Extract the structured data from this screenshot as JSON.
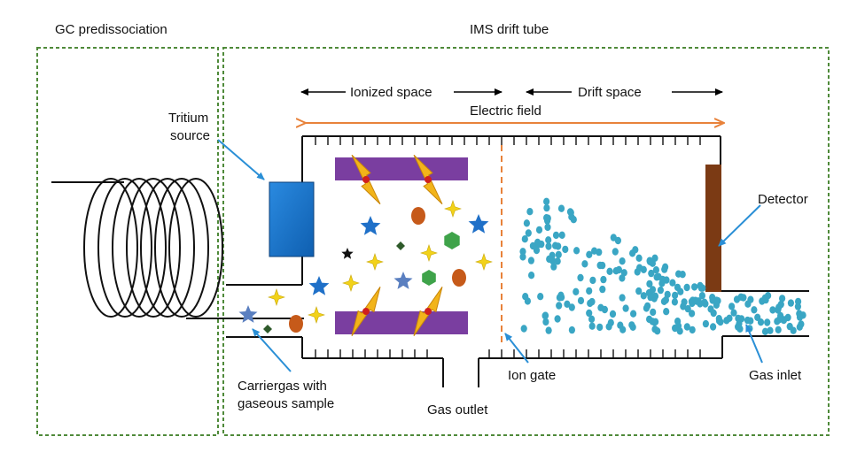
{
  "sections": {
    "gc": "GC predissociation",
    "ims": "IMS drift tube"
  },
  "spaces": {
    "ionized": "Ionized space",
    "drift": "Drift space",
    "field": "Electric field"
  },
  "labels": {
    "tritium_line1": "Tritium",
    "tritium_line2": "source",
    "detector": "Detector",
    "carrier_line1": "Carriergas with",
    "carrier_line2": "gaseous sample",
    "gas_outlet": "Gas outlet",
    "ion_gate": "Ion gate",
    "gas_inlet": "Gas inlet"
  },
  "colors": {
    "dashed_border": "#4f8a3a",
    "field_arrow": "#e8823a",
    "source": "#1a73c8",
    "plates": "#7a3ea0",
    "detector": "#7b3a14",
    "gate": "#e8823a",
    "particles": "#3aa6c4",
    "pointer": "#2a8fd6"
  }
}
